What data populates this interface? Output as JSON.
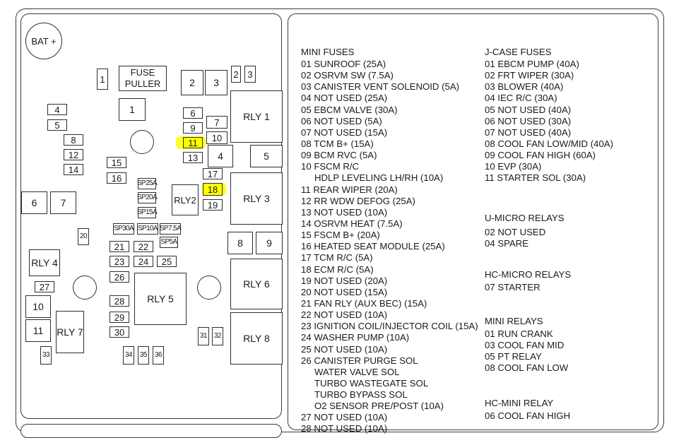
{
  "diagram": {
    "battery_label": "BAT +",
    "fuse_puller": "FUSE PULLER",
    "items": [
      {
        "label": "1"
      },
      {
        "label": "2"
      },
      {
        "label": "3"
      },
      {
        "label": "2"
      },
      {
        "label": "3"
      },
      {
        "label": "4"
      },
      {
        "label": "5"
      },
      {
        "label": "8"
      },
      {
        "label": "12"
      },
      {
        "label": "14"
      },
      {
        "label": "1"
      },
      {
        "label": "6"
      },
      {
        "label": "9"
      },
      {
        "label": "11"
      },
      {
        "label": "13"
      },
      {
        "label": "7"
      },
      {
        "label": "10"
      },
      {
        "label": "4"
      },
      {
        "label": "RLY 1"
      },
      {
        "label": "5"
      },
      {
        "label": "15"
      },
      {
        "label": "16"
      },
      {
        "label": "17"
      },
      {
        "label": "18"
      },
      {
        "label": "19"
      },
      {
        "label": "RLY 3"
      },
      {
        "label": "6"
      },
      {
        "label": "7"
      },
      {
        "label": "SP25A"
      },
      {
        "label": "SP20A"
      },
      {
        "label": "SP15A"
      },
      {
        "label": "RLY2"
      },
      {
        "label": "20"
      },
      {
        "label": "SP30A"
      },
      {
        "label": "SP10A"
      },
      {
        "label": "SP7.5A"
      },
      {
        "label": "SP5A"
      },
      {
        "label": "21"
      },
      {
        "label": "22"
      },
      {
        "label": "8"
      },
      {
        "label": "9"
      },
      {
        "label": "RLY 4"
      },
      {
        "label": "23"
      },
      {
        "label": "24"
      },
      {
        "label": "25"
      },
      {
        "label": "26"
      },
      {
        "label": "27"
      },
      {
        "label": "RLY 5"
      },
      {
        "label": "RLY 6"
      },
      {
        "label": "10"
      },
      {
        "label": "28"
      },
      {
        "label": "29"
      },
      {
        "label": "11"
      },
      {
        "label": "RLY 7"
      },
      {
        "label": "30"
      },
      {
        "label": "31"
      },
      {
        "label": "32"
      },
      {
        "label": "RLY 8"
      },
      {
        "label": "33"
      },
      {
        "label": "34"
      },
      {
        "label": "35"
      },
      {
        "label": "36"
      }
    ]
  },
  "highlight_color": "#ffff00",
  "legend": {
    "left_column": [
      "MINI FUSES",
      "01 SUNROOF (25A)",
      "02 OSRVM SW (7.5A)",
      "03 CANISTER VENT SOLENOID (5A)",
      "04 NOT USED (25A)",
      "05 EBCM VALVE (30A)",
      "06 NOT USED (5A)",
      "07 NOT USED (15A)",
      "08 TCM B+ (15A)",
      "09 BCM RVC (5A)",
      "10 FSCM R/C",
      "HDLP LEVELING LH/RH (10A)",
      "11 REAR WIPER (20A)",
      "12 RR WDW DEFOG (25A)",
      "13 NOT USED (10A)",
      "14 OSRVM HEAT (7.5A)",
      "15 FSCM B+ (20A)",
      "16 HEATED SEAT MODULE (25A)",
      "17 TCM R/C (5A)",
      "18 ECM R/C (5A)",
      "19 NOT USED (20A)",
      "20 NOT USED (15A)",
      "21 FAN RLY (AUX BEC) (15A)",
      "22 NOT USED (10A)",
      "23 IGNITION COIL/INJECTOR COIL (15A)",
      "24 WASHER PUMP (10A)",
      "25 NOT USED (10A)",
      "26 CANISTER PURGE SOL",
      "WATER VALVE SOL",
      "TURBO WASTEGATE SOL",
      "TURBO BYPASS SOL",
      "O2 SENSOR PRE/POST (10A)",
      "27 NOT USED (10A)",
      "28 NOT USED (10A)"
    ],
    "right_column": [
      "J-CASE FUSES",
      "01 EBCM PUMP (40A)",
      "02 FRT WIPER (30A)",
      "03 BLOWER (40A)",
      "04 IEC R/C (30A)",
      "05 NOT USED (40A)",
      "06 NOT USED (30A)",
      "07 NOT USED (40A)",
      "08 COOL FAN LOW/MID (40A)",
      "09 COOL FAN HIGH (60A)",
      "10 EVP (30A)",
      "11 STARTER SOL (30A)",
      "U-MICRO RELAYS",
      "02 NOT USED",
      "04 SPARE",
      "HC-MICRO RELAYS",
      "07 STARTER",
      "MINI RELAYS",
      "01 RUN CRANK",
      "03 COOL FAN MID",
      "05 PT RELAY",
      "08 COOL FAN LOW",
      "HC-MINI RELAY",
      "06 COOL FAN HIGH"
    ]
  }
}
